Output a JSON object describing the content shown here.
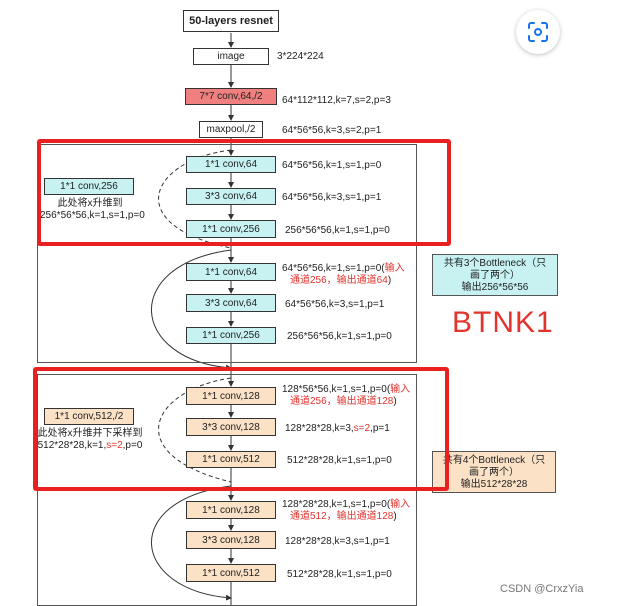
{
  "title": "50-layers resnet",
  "stem": {
    "image": {
      "label": "image",
      "shape": "3*224*224"
    },
    "conv": {
      "label": "7*7 conv,64,/2",
      "params": "64*112*112,k=7,s=2,p=3"
    },
    "pool": {
      "label": "maxpool,/2",
      "params": "64*56*56,k=3,s=2,p=1"
    }
  },
  "stage1": {
    "block1": [
      {
        "label": "1*1 conv,64",
        "params": "64*56*56,k=1,s=1,p=0"
      },
      {
        "label": "3*3 conv,64",
        "params": "64*56*56,k=3,s=1,p=1"
      },
      {
        "label": "1*1 conv,256",
        "params": "256*56*56,k=1,s=1,p=0"
      }
    ],
    "shortcut": {
      "label": "1*1 conv,256",
      "desc": "此处将x升维到",
      "params": "256*56*56,k=1,s=1,p=0"
    },
    "block2": [
      {
        "label": "1*1 conv,64",
        "params": "64*56*56,k=1,s=1,p=0(",
        "note_red": "输入",
        "note_red2": "通道256，输出通道64",
        "note_tail": ")"
      },
      {
        "label": "3*3 conv,64",
        "params": "64*56*56,k=3,s=1,p=1"
      },
      {
        "label": "1*1 conv,256",
        "params": "256*56*56,k=1,s=1,p=0"
      }
    ],
    "summary": {
      "line1": "共有3个Bottleneck（只",
      "line2": "画了两个）",
      "line3": "输出256*56*56"
    }
  },
  "btnk_label": "BTNK1",
  "stage2": {
    "block1": [
      {
        "label": "1*1 conv,128",
        "params": "128*56*56,k=1,s=1,p=0(",
        "note_red": "输入",
        "note_red2": "通道256，输出通道128",
        "note_tail": ")"
      },
      {
        "label": "3*3 conv,128",
        "params_a": "128*28*28,k=3,",
        "params_red": "s=2",
        "params_b": ",p=1"
      },
      {
        "label": "1*1 conv,512",
        "params": "512*28*28,k=1,s=1,p=0"
      }
    ],
    "shortcut": {
      "label": "1*1 conv,512,/2",
      "desc": "此处将x升维并下采样到",
      "params_a": "512*28*28,k=1,",
      "params_red": "s=2",
      "params_b": ",p=0"
    },
    "block2": [
      {
        "label": "1*1 conv,128",
        "params": "128*28*28,k=1,s=1,p=0(",
        "note_red": "输入",
        "note_red2": "通道512，输出通道128",
        "note_tail": ")"
      },
      {
        "label": "3*3 conv,128",
        "params": "128*28*28,k=3,s=1,p=1"
      },
      {
        "label": "1*1 conv,512",
        "params": "512*28*28,k=1,s=1,p=0"
      }
    ],
    "summary": {
      "line1": "共有4个Bottleneck（只",
      "line2": "画了两个）",
      "line3": "输出512*28*28"
    }
  },
  "watermark": "CSDN @CrxzYia",
  "colors": {
    "cyan": "#c8f2f2",
    "peach": "#fbe1c6",
    "stem_red": "#f08080",
    "highlight": "#e8201f"
  },
  "icons": {
    "scan_button": "lens-scan-icon"
  }
}
